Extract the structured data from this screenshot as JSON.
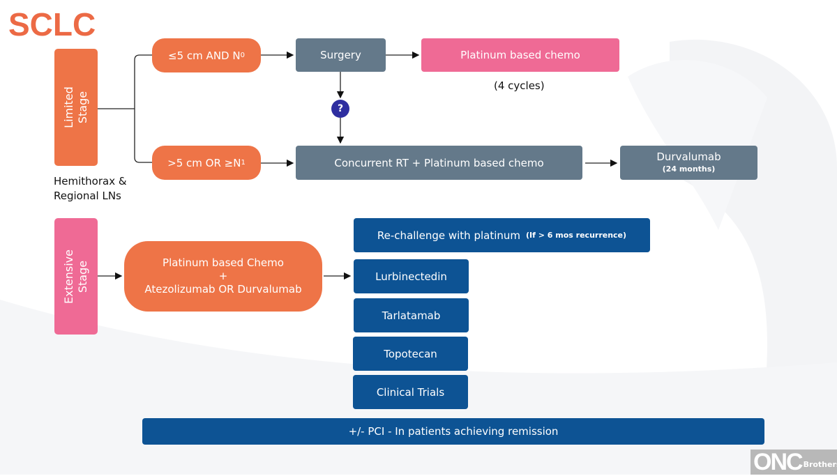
{
  "title": "SCLC",
  "colors": {
    "title": "#ec6a45",
    "orange": "#ee7447",
    "pink": "#ef6a95",
    "slate": "#64798a",
    "navy": "#0d5394",
    "question": "#2e2ea0"
  },
  "limited": {
    "stage_label": "Limited Stage",
    "scope_note_line1": "Hemithorax &",
    "scope_note_line2": "Regional LNs",
    "branch_small": "≤5 cm AND N",
    "branch_small_sub": "0",
    "branch_large": ">5 cm OR ≥N",
    "branch_large_sub": "1",
    "surgery": "Surgery",
    "adjuvant_chemo": "Platinum based chemo",
    "adjuvant_cycles": "(4 cycles)",
    "question_mark": "?",
    "concurrent": "Concurrent RT + Platinum based chemo",
    "consolidation": "Durvalumab",
    "consolidation_duration": "(24 months)"
  },
  "extensive": {
    "stage_label": "Extensive Stage",
    "first_line_line1": "Platinum based Chemo",
    "first_line_line2": "+",
    "first_line_line3": "Atezolizumab OR Durvalumab",
    "rechallenge": "Re-challenge with platinum",
    "rechallenge_note": "(If > 6 mos recurrence)",
    "second_line": [
      "Lurbinectedin",
      "Tarlatamab",
      "Topotecan",
      "Clinical Trials"
    ]
  },
  "pci": "+/- PCI - In patients achieving remission",
  "logo": {
    "big": "ONC",
    "small": "Brothers"
  }
}
